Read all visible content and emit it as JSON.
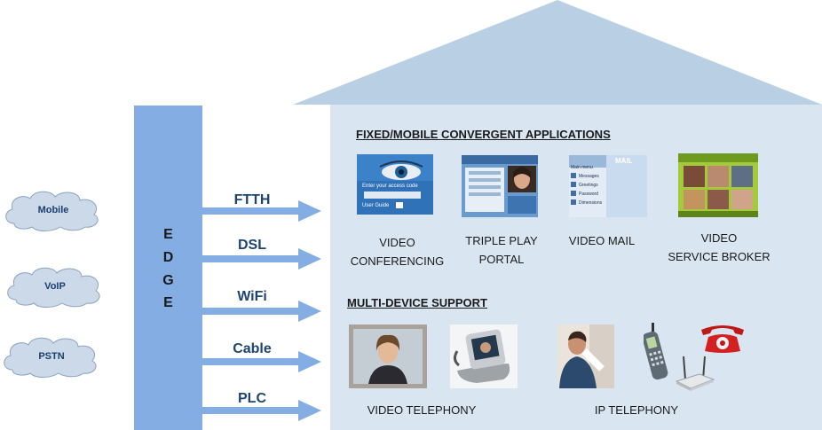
{
  "networks": [
    "Mobile",
    "VoIP",
    "PSTN"
  ],
  "edge_letters": [
    "E",
    "D",
    "G",
    "E"
  ],
  "access_links": [
    "FTTH",
    "DSL",
    "WiFi",
    "Cable",
    "PLC"
  ],
  "apps_section": {
    "title": "FIXED/MOBILE CONVERGENT APPLICATIONS",
    "items": [
      {
        "line1": "VIDEO",
        "line2": "CONFERENCING"
      },
      {
        "line1": "TRIPLE PLAY",
        "line2": "PORTAL"
      },
      {
        "line1": "VIDEO MAIL",
        "line2": ""
      },
      {
        "line1": "VIDEO",
        "line2": "SERVICE BROKER"
      }
    ]
  },
  "devices_section": {
    "title": "MULTI-DEVICE SUPPORT",
    "items": [
      "VIDEO TELEPHONY",
      "IP TELEPHONY"
    ]
  },
  "thumb_text": {
    "conferencing_access": "Enter your access code",
    "conferencing_user": "User Guide",
    "mail_brand": "MAIL",
    "mail_menu": [
      "Main menu",
      "Messages",
      "Greetings",
      "Password",
      "Dimensions"
    ]
  },
  "colors": {
    "house": "#d9e6f1",
    "house_roof": "#b9cfe3",
    "edge": "#84aee3",
    "arrow": "#84aee3",
    "cloud": "#ccd9e8",
    "label_blue": "#1e4572"
  }
}
